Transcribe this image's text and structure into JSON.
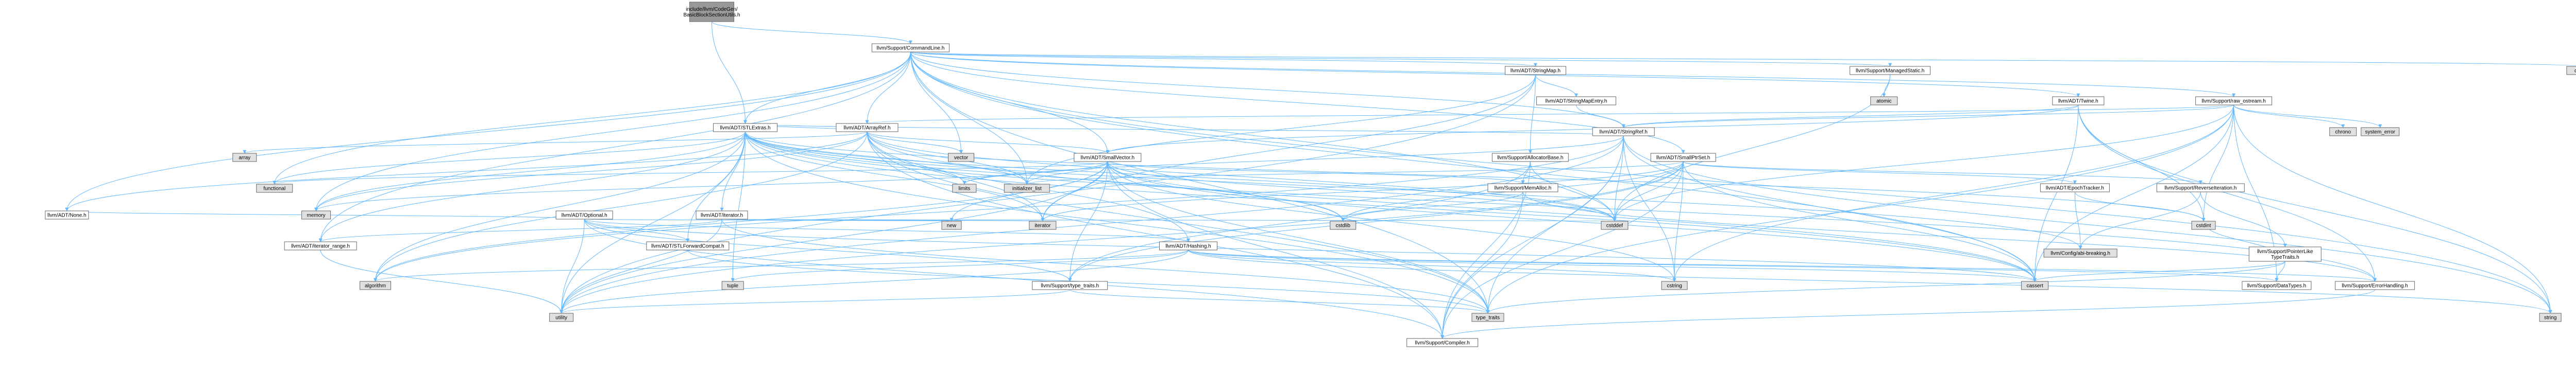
{
  "colors": {
    "root_fill": "#999999",
    "header_fill": "#ffffff",
    "system_fill": "#e0e0e0",
    "highlight_fill": "#ffffff",
    "highlight_border": "#ff0000",
    "edge": "#63b8ff"
  },
  "nodes": [
    {
      "id": "root",
      "label": "include/llvm/CodeGen/\nBasicBlockSectionUtils.h",
      "kind": "root"
    },
    {
      "id": "cl",
      "label": "llvm/Support/CommandLine.h",
      "kind": "header"
    },
    {
      "id": "stl",
      "label": "llvm/ADT/STLExtras.h",
      "kind": "header"
    },
    {
      "id": "strmap",
      "label": "llvm/ADT/StringMap.h",
      "kind": "header"
    },
    {
      "id": "mstatic",
      "label": "llvm/Support/ManagedStatic.h",
      "kind": "header"
    },
    {
      "id": "twine",
      "label": "llvm/ADT/Twine.h",
      "kind": "header"
    },
    {
      "id": "rawos",
      "label": "llvm/Support/raw_ostream.h",
      "kind": "header"
    },
    {
      "id": "climits",
      "label": "climits",
      "kind": "system"
    },
    {
      "id": "atomic",
      "label": "atomic",
      "kind": "system"
    },
    {
      "id": "strmapentry",
      "label": "llvm/ADT/StringMapEntry.h",
      "kind": "header"
    },
    {
      "id": "strref",
      "label": "llvm/ADT/StringRef.h",
      "kind": "header"
    },
    {
      "id": "arrref",
      "label": "llvm/ADT/ArrayRef.h",
      "kind": "header"
    },
    {
      "id": "chrono",
      "label": "chrono",
      "kind": "system"
    },
    {
      "id": "syserr",
      "label": "system_error",
      "kind": "system"
    },
    {
      "id": "array",
      "label": "array",
      "kind": "system"
    },
    {
      "id": "vector",
      "label": "vector",
      "kind": "system"
    },
    {
      "id": "smallvec",
      "label": "llvm/ADT/SmallVector.h",
      "kind": "header"
    },
    {
      "id": "allocbase",
      "label": "llvm/Support/AllocatorBase.h",
      "kind": "header"
    },
    {
      "id": "smallptr",
      "label": "llvm/ADT/SmallPtrSet.h",
      "kind": "header"
    },
    {
      "id": "functional",
      "label": "functional",
      "kind": "system"
    },
    {
      "id": "limits",
      "label": "limits",
      "kind": "system"
    },
    {
      "id": "initlist",
      "label": "initializer_list",
      "kind": "system"
    },
    {
      "id": "memalloc",
      "label": "llvm/Support/MemAlloc.h",
      "kind": "header"
    },
    {
      "id": "epoch",
      "label": "llvm/ADT/EpochTracker.h",
      "kind": "header"
    },
    {
      "id": "reviter",
      "label": "llvm/Support/ReverseIteration.h",
      "kind": "header"
    },
    {
      "id": "adtnone",
      "label": "llvm/ADT/None.h",
      "kind": "header"
    },
    {
      "id": "memory",
      "label": "memory",
      "kind": "system"
    },
    {
      "id": "optional",
      "label": "llvm/ADT/Optional.h",
      "kind": "header"
    },
    {
      "id": "iterator",
      "label": "llvm/ADT/iterator.h",
      "kind": "header"
    },
    {
      "id": "new",
      "label": "new",
      "kind": "system"
    },
    {
      "id": "iteratorsys",
      "label": "iterator",
      "kind": "system"
    },
    {
      "id": "cstdlib",
      "label": "cstdlib",
      "kind": "system"
    },
    {
      "id": "cstddef",
      "label": "cstddef",
      "kind": "system"
    },
    {
      "id": "cstdint",
      "label": "cstdint",
      "kind": "system"
    },
    {
      "id": "itrange",
      "label": "llvm/ADT/iterator_range.h",
      "kind": "header"
    },
    {
      "id": "stlfwd",
      "label": "llvm/ADT/STLForwardCompat.h",
      "kind": "header"
    },
    {
      "id": "hashing",
      "label": "llvm/ADT/Hashing.h",
      "kind": "highlight"
    },
    {
      "id": "configbreak",
      "label": "llvm/Config/abi-breaking.h",
      "kind": "system"
    },
    {
      "id": "ptrlike",
      "label": "llvm/Support/PointerLike\nTypeTraits.h",
      "kind": "header"
    },
    {
      "id": "algorithm",
      "label": "algorithm",
      "kind": "system"
    },
    {
      "id": "tuple",
      "label": "tuple",
      "kind": "system"
    },
    {
      "id": "typetraitsh",
      "label": "llvm/Support/type_traits.h",
      "kind": "header"
    },
    {
      "id": "cstring",
      "label": "cstring",
      "kind": "system"
    },
    {
      "id": "cassert",
      "label": "cassert",
      "kind": "system"
    },
    {
      "id": "datatypes",
      "label": "llvm/Support/DataTypes.h",
      "kind": "highlight"
    },
    {
      "id": "errhandling",
      "label": "llvm/Support/ErrorHandling.h",
      "kind": "header"
    },
    {
      "id": "utility",
      "label": "utility",
      "kind": "system"
    },
    {
      "id": "typetraits",
      "label": "type_traits",
      "kind": "system"
    },
    {
      "id": "compiler",
      "label": "llvm/Support/Compiler.h",
      "kind": "highlight"
    },
    {
      "id": "string",
      "label": "string",
      "kind": "system"
    }
  ],
  "edges": [
    [
      "root",
      "cl"
    ],
    [
      "root",
      "stl"
    ],
    [
      "cl",
      "stl"
    ],
    [
      "cl",
      "strmap"
    ],
    [
      "cl",
      "mstatic"
    ],
    [
      "cl",
      "twine"
    ],
    [
      "cl",
      "rawos"
    ],
    [
      "cl",
      "climits"
    ],
    [
      "cl",
      "arrref"
    ],
    [
      "cl",
      "smallptr"
    ],
    [
      "cl",
      "smallvec"
    ],
    [
      "cl",
      "strref"
    ],
    [
      "cl",
      "functional"
    ],
    [
      "cl",
      "adtnone"
    ],
    [
      "cl",
      "itrange"
    ],
    [
      "cl",
      "cassert"
    ],
    [
      "cl",
      "cstddef"
    ],
    [
      "cl",
      "initlist"
    ],
    [
      "cl",
      "string"
    ],
    [
      "cl",
      "typetraits"
    ],
    [
      "cl",
      "vector"
    ],
    [
      "cl",
      "memory"
    ],
    [
      "strmap",
      "strmapentry"
    ],
    [
      "strmap",
      "allocbase"
    ],
    [
      "strmap",
      "initlist"
    ],
    [
      "strmap",
      "iteratorsys"
    ],
    [
      "strmap",
      "utility"
    ],
    [
      "strmapentry",
      "strref"
    ],
    [
      "mstatic",
      "atomic"
    ],
    [
      "mstatic",
      "cstddef"
    ],
    [
      "twine",
      "smallvec"
    ],
    [
      "twine",
      "strref"
    ],
    [
      "twine",
      "errhandling"
    ],
    [
      "twine",
      "cassert"
    ],
    [
      "twine",
      "cstdint"
    ],
    [
      "twine",
      "string"
    ],
    [
      "rawos",
      "chrono"
    ],
    [
      "rawos",
      "syserr"
    ],
    [
      "rawos",
      "arrref"
    ],
    [
      "rawos",
      "strref"
    ],
    [
      "rawos",
      "datatypes"
    ],
    [
      "rawos",
      "cassert"
    ],
    [
      "rawos",
      "cstddef"
    ],
    [
      "rawos",
      "cstdint"
    ],
    [
      "rawos",
      "cstring"
    ],
    [
      "rawos",
      "string"
    ],
    [
      "rawos",
      "typetraits"
    ],
    [
      "strref",
      "stl"
    ],
    [
      "strref",
      "compiler"
    ],
    [
      "strref",
      "algorithm"
    ],
    [
      "strref",
      "cassert"
    ],
    [
      "strref",
      "cstddef"
    ],
    [
      "strref",
      "cstring"
    ],
    [
      "strref",
      "limits"
    ],
    [
      "strref",
      "string"
    ],
    [
      "strref",
      "typetraits"
    ],
    [
      "strref",
      "utility"
    ],
    [
      "arrref",
      "hashing"
    ],
    [
      "arrref",
      "adtnone"
    ],
    [
      "arrref",
      "smallvec"
    ],
    [
      "arrref",
      "stl"
    ],
    [
      "arrref",
      "compiler"
    ],
    [
      "arrref",
      "algorithm"
    ],
    [
      "arrref",
      "array"
    ],
    [
      "arrref",
      "cassert"
    ],
    [
      "arrref",
      "cstddef"
    ],
    [
      "arrref",
      "initlist"
    ],
    [
      "arrref",
      "iteratorsys"
    ],
    [
      "arrref",
      "memory"
    ],
    [
      "arrref",
      "typetraits"
    ],
    [
      "arrref",
      "vector"
    ],
    [
      "stl",
      "stlfwd"
    ],
    [
      "stl",
      "iterator"
    ],
    [
      "stl",
      "itrange"
    ],
    [
      "stl",
      "configbreak"
    ],
    [
      "stl",
      "errhandling"
    ],
    [
      "stl",
      "algorithm"
    ],
    [
      "stl",
      "cassert"
    ],
    [
      "stl",
      "cstddef"
    ],
    [
      "stl",
      "cstdint"
    ],
    [
      "stl",
      "cstdlib"
    ],
    [
      "stl",
      "functional"
    ],
    [
      "stl",
      "initlist"
    ],
    [
      "stl",
      "iteratorsys"
    ],
    [
      "stl",
      "limits"
    ],
    [
      "stl",
      "memory"
    ],
    [
      "stl",
      "tuple"
    ],
    [
      "stl",
      "typetraits"
    ],
    [
      "stl",
      "utility"
    ],
    [
      "smallvec",
      "compiler"
    ],
    [
      "smallvec",
      "typetraitsh"
    ],
    [
      "smallvec",
      "algorithm"
    ],
    [
      "smallvec",
      "cassert"
    ],
    [
      "smallvec",
      "cstddef"
    ],
    [
      "smallvec",
      "cstdlib"
    ],
    [
      "smallvec",
      "cstring"
    ],
    [
      "smallvec",
      "functional"
    ],
    [
      "smallvec",
      "initlist"
    ],
    [
      "smallvec",
      "iteratorsys"
    ],
    [
      "smallvec",
      "limits"
    ],
    [
      "smallvec",
      "memory"
    ],
    [
      "smallvec",
      "new"
    ],
    [
      "smallvec",
      "typetraits"
    ],
    [
      "smallvec",
      "utility"
    ],
    [
      "smallvec",
      "memalloc"
    ],
    [
      "allocbase",
      "compiler"
    ],
    [
      "allocbase",
      "memalloc"
    ],
    [
      "allocbase",
      "typetraitsh"
    ],
    [
      "allocbase",
      "cstddef"
    ],
    [
      "memalloc",
      "compiler"
    ],
    [
      "memalloc",
      "errhandling"
    ],
    [
      "memalloc",
      "cstdlib"
    ],
    [
      "smallptr",
      "epoch"
    ],
    [
      "smallptr",
      "compiler"
    ],
    [
      "smallptr",
      "reviter"
    ],
    [
      "smallptr",
      "typetraitsh"
    ],
    [
      "smallptr",
      "cassert"
    ],
    [
      "smallptr",
      "cstddef"
    ],
    [
      "smallptr",
      "cstdlib"
    ],
    [
      "smallptr",
      "cstring"
    ],
    [
      "smallptr",
      "initlist"
    ],
    [
      "smallptr",
      "iteratorsys"
    ],
    [
      "smallptr",
      "utility"
    ],
    [
      "epoch",
      "configbreak"
    ],
    [
      "epoch",
      "cstdint"
    ],
    [
      "reviter",
      "configbreak"
    ],
    [
      "reviter",
      "ptrlike"
    ],
    [
      "ptrlike",
      "datatypes"
    ],
    [
      "ptrlike",
      "cassert"
    ],
    [
      "ptrlike",
      "cstdint"
    ],
    [
      "ptrlike",
      "typetraits"
    ],
    [
      "optional",
      "hashing"
    ],
    [
      "optional",
      "adtnone"
    ],
    [
      "optional",
      "stlfwd"
    ],
    [
      "optional",
      "compiler"
    ],
    [
      "optional",
      "typetraitsh"
    ],
    [
      "optional",
      "cassert"
    ],
    [
      "optional",
      "new"
    ],
    [
      "optional",
      "utility"
    ],
    [
      "iterator",
      "itrange"
    ],
    [
      "iterator",
      "cstddef"
    ],
    [
      "iterator",
      "iteratorsys"
    ],
    [
      "iterator",
      "typetraits"
    ],
    [
      "iterator",
      "utility"
    ],
    [
      "itrange",
      "utility"
    ],
    [
      "stlfwd",
      "typetraits"
    ],
    [
      "hashing",
      "datatypes"
    ],
    [
      "hashing",
      "errhandling"
    ],
    [
      "hashing",
      "algorithm"
    ],
    [
      "hashing",
      "cassert"
    ],
    [
      "hashing",
      "cstring"
    ],
    [
      "hashing",
      "string"
    ],
    [
      "hashing",
      "tuple"
    ],
    [
      "hashing",
      "utility"
    ],
    [
      "typetraitsh",
      "utility"
    ],
    [
      "typetraitsh",
      "typetraits"
    ],
    [
      "errhandling",
      "compiler"
    ]
  ]
}
